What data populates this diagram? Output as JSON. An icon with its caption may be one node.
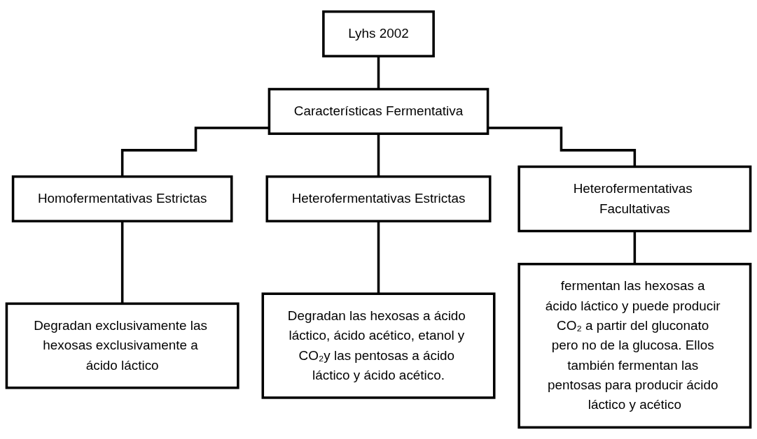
{
  "diagram": {
    "nodes": [
      {
        "text": [
          "Lyhs 2002"
        ]
      },
      {
        "text": [
          "Características Fermentativa"
        ]
      },
      {
        "text": [
          "Homofermentativas Estrictas"
        ]
      },
      {
        "text": [
          "Heterofermentativas Estrictas"
        ]
      },
      {
        "text": [
          "Heterofermentativas Facultativas"
        ]
      },
      {
        "text": [
          "Degradan exclusivamente las hexosas exclusivamente a ácido láctico"
        ]
      },
      {
        "text": [
          "Degradan las hexosas a ácido láctico, ácido acético, etanol y CO₂y las pentosas a ácido láctico y ácido acético."
        ]
      },
      {
        "text": [
          "fermentan las hexosas a ácido láctico y puede producir CO₂ a partir del gluconato pero no de la glucosa. Ellos también fermentan las pentosas para producir ácido láctico y acético"
        ]
      }
    ],
    "edges": [
      {
        "from": 0,
        "to": 1,
        "arrow": "none"
      },
      {
        "from": 1,
        "to": 2,
        "arrow": "none"
      },
      {
        "from": 1,
        "to": 3,
        "arrow": "none"
      },
      {
        "from": 1,
        "to": 4,
        "arrow": "none"
      },
      {
        "from": 2,
        "to": 5,
        "arrow": "none"
      },
      {
        "from": 3,
        "to": 6,
        "arrow": "none"
      },
      {
        "from": 4,
        "to": 7,
        "arrow": "none"
      }
    ]
  }
}
